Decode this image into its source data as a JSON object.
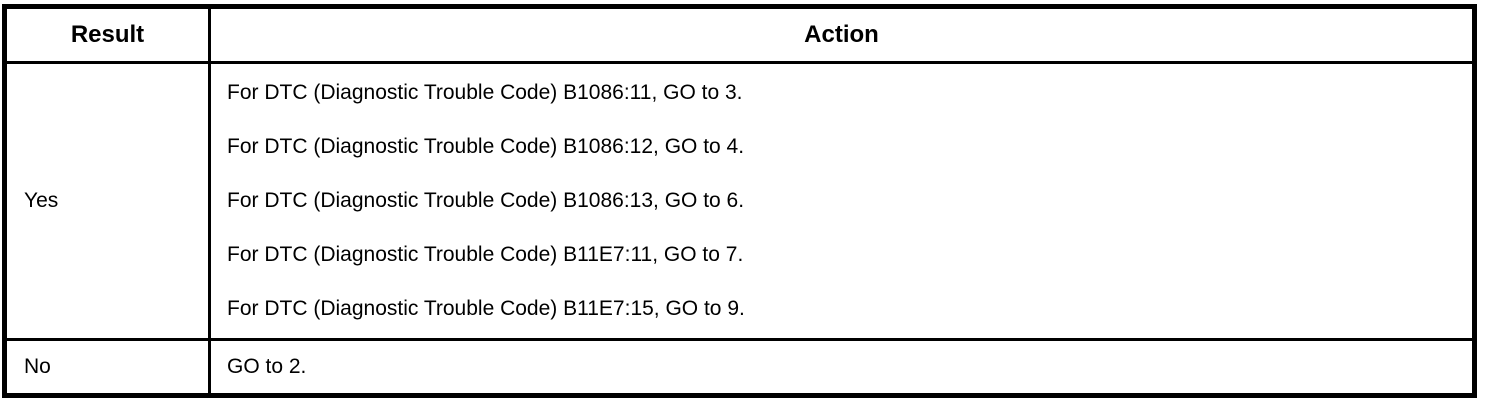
{
  "colors": {
    "background": "#ffffff",
    "border": "#000000",
    "text": "#000000"
  },
  "table": {
    "columns": [
      "Result",
      "Action"
    ],
    "rows": [
      {
        "result": "Yes",
        "actions": [
          "For DTC (Diagnostic Trouble Code) B1086:11, GO to 3.",
          "For DTC (Diagnostic Trouble Code) B1086:12, GO to 4.",
          "For DTC (Diagnostic Trouble Code) B1086:13, GO to 6.",
          "For DTC (Diagnostic Trouble Code) B11E7:11, GO to 7.",
          "For DTC (Diagnostic Trouble Code) B11E7:15, GO to 9."
        ]
      },
      {
        "result": "No",
        "actions": [
          "GO to 2."
        ]
      }
    ]
  }
}
